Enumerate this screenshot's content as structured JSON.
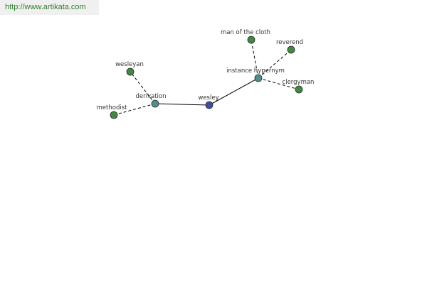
{
  "header": {
    "url": "http://www.artikata.com"
  },
  "colors": {
    "center_node": "#3a4fa0",
    "relation_node": "#4e8f8f",
    "leaf_node": "#3f8a3f",
    "node_stroke": "#2a2a2a",
    "edge": "#000000",
    "url_text": "#2e7d2e",
    "url_background": "#f0f0f0"
  },
  "graph": {
    "nodes": [
      {
        "id": "wesley",
        "label": "wesley",
        "kind": "center"
      },
      {
        "id": "derivation",
        "label": "derivation",
        "kind": "relation"
      },
      {
        "id": "instance-hypernym",
        "label": "instance hypernym",
        "kind": "relation"
      },
      {
        "id": "wesleyan",
        "label": "wesleyan",
        "kind": "leaf"
      },
      {
        "id": "methodist",
        "label": "methodist",
        "kind": "leaf"
      },
      {
        "id": "man-of-the-cloth",
        "label": "man of the cloth",
        "kind": "leaf"
      },
      {
        "id": "reverend",
        "label": "reverend",
        "kind": "leaf"
      },
      {
        "id": "clergyman",
        "label": "clergyman",
        "kind": "leaf"
      }
    ],
    "edges": [
      {
        "from": "wesley",
        "to": "derivation",
        "style": "solid"
      },
      {
        "from": "wesley",
        "to": "instance-hypernym",
        "style": "solid"
      },
      {
        "from": "derivation",
        "to": "wesleyan",
        "style": "dashed"
      },
      {
        "from": "derivation",
        "to": "methodist",
        "style": "dashed"
      },
      {
        "from": "instance-hypernym",
        "to": "man-of-the-cloth",
        "style": "dashed"
      },
      {
        "from": "instance-hypernym",
        "to": "reverend",
        "style": "dashed"
      },
      {
        "from": "instance-hypernym",
        "to": "clergyman",
        "style": "dashed"
      }
    ]
  }
}
